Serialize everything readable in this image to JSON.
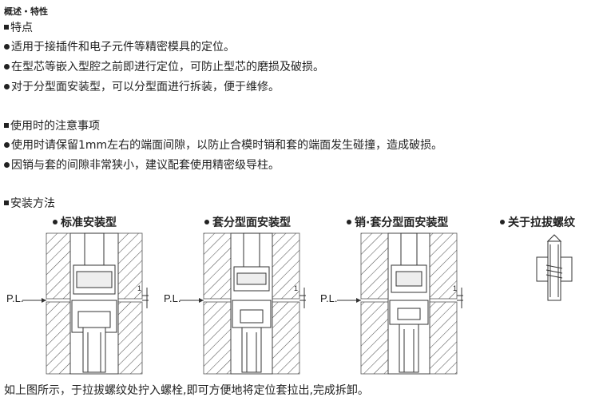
{
  "heading": "概述・特性",
  "features": {
    "title": "特点",
    "items": [
      "适用于接插件和电子元件等精密模具的定位。",
      "在型芯等嵌入型腔之前即进行定位，可防止型芯的磨损及破损。",
      "对于分型面安装型，可以分型面进行拆装，便于维修。"
    ]
  },
  "notes": {
    "title": "使用时的注意事项",
    "items": [
      "使用时请保留1mm左右的端面间隙，以防止合模时销和套的端面发生碰撞，造成破损。",
      "因销与套的间隙非常狭小，建议配套使用精密级导柱。"
    ]
  },
  "install": {
    "title": "安装方法",
    "diagrams": [
      {
        "caption": "标准安装型",
        "pl": "P.L.",
        "dim": "1"
      },
      {
        "caption": "套分型面安装型",
        "pl": "P.L.",
        "dim": "1"
      },
      {
        "caption": "销·套分型面安装型",
        "pl": "P.L.",
        "dim": "1"
      },
      {
        "caption": "关于拉拔螺纹"
      }
    ]
  },
  "footer": "如上图所示，于拉拔螺纹处拧入螺栓,即可方便地将定位套拉出,完成拆卸。"
}
